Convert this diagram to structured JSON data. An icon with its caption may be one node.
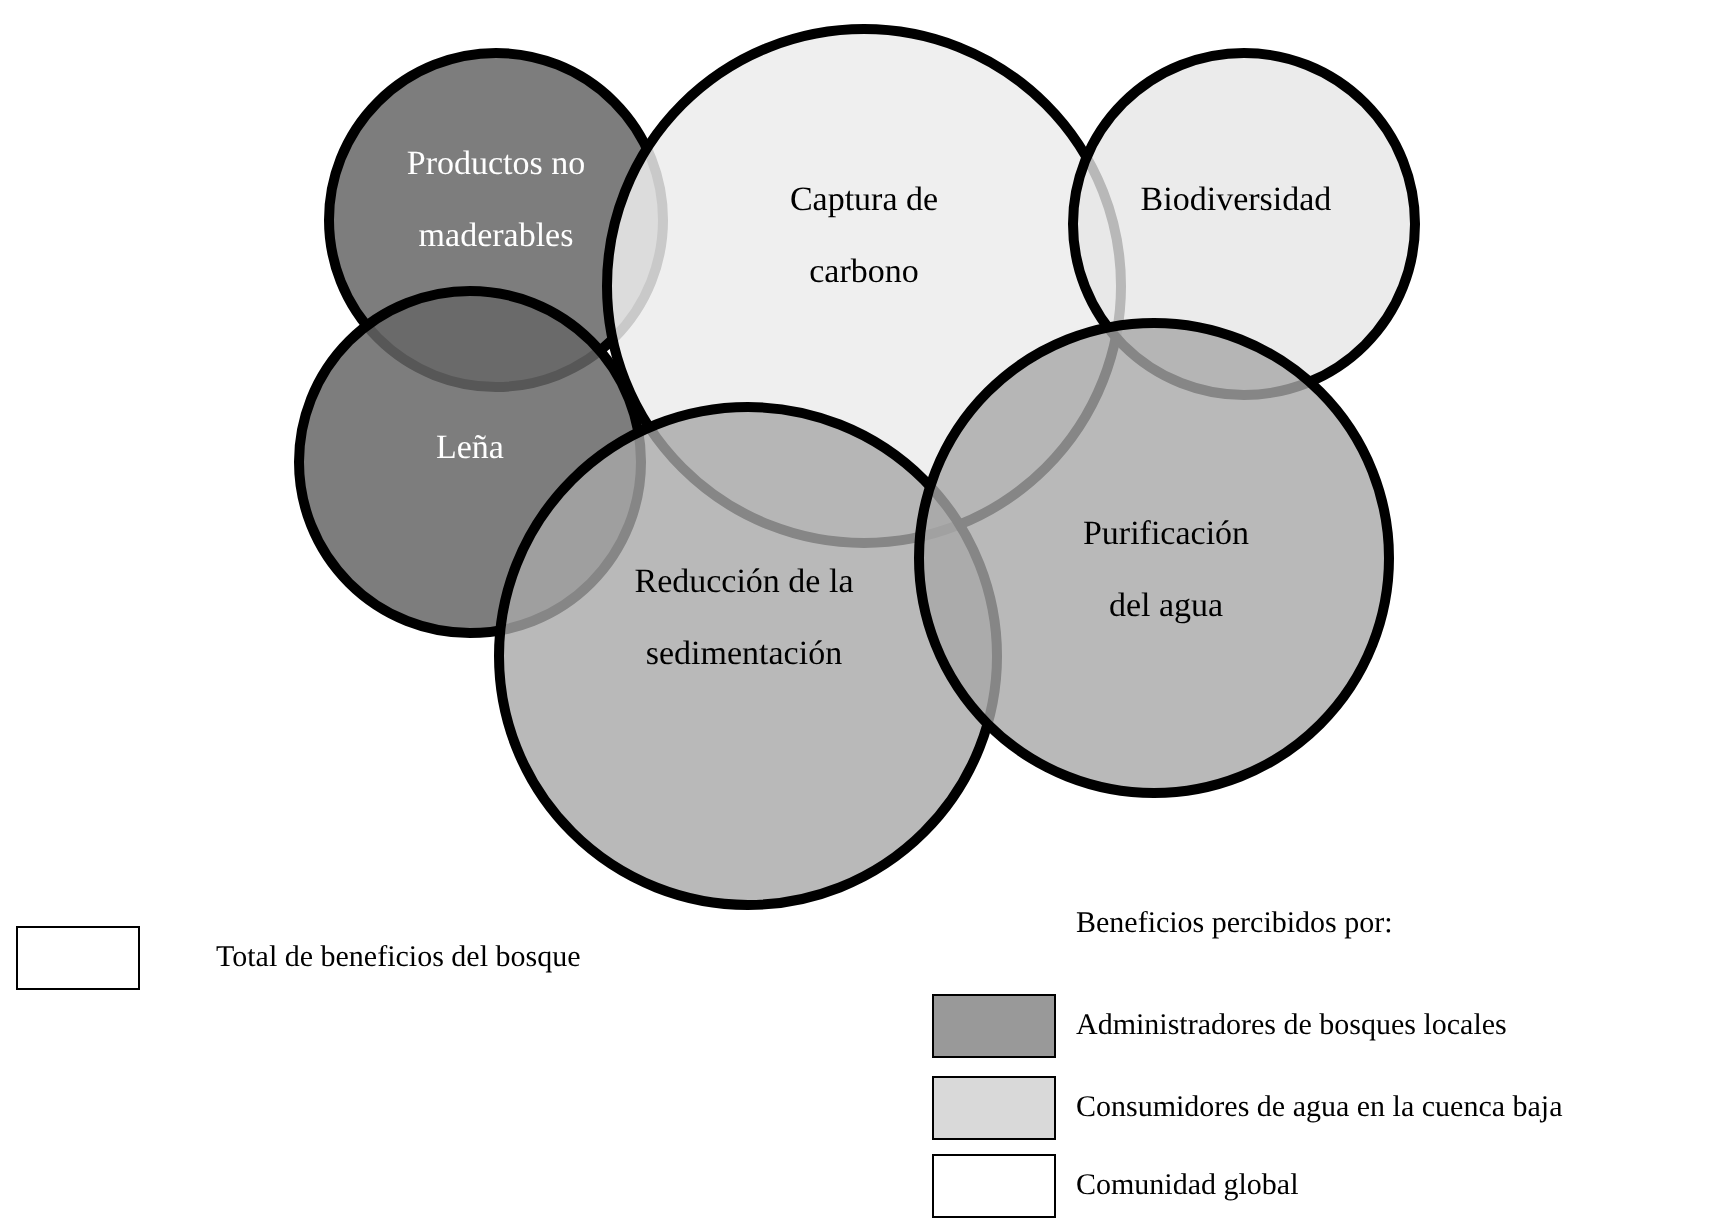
{
  "diagram": {
    "nodes": [
      {
        "text": [
          "Productos no maderables"
        ]
      },
      {
        "text": [
          "Captura de carbono"
        ]
      },
      {
        "text": [
          "Biodiversidad"
        ]
      },
      {
        "text": [
          "Leña"
        ]
      },
      {
        "text": [
          "Reducción de la sedimentación"
        ]
      },
      {
        "text": [
          "Purificación del agua"
        ]
      }
    ],
    "labels": [
      "Beneficios percibidos por:"
    ],
    "legend": [
      {
        "text": "Total de beneficios del bosque",
        "color": "#ffffff"
      },
      {
        "text": "Administradores de bosques locales",
        "color": "#999999"
      },
      {
        "text": "Consumidores de agua en la cuenca baja",
        "color": "#d9d9d9"
      },
      {
        "text": "Comunidad global",
        "color": "#ffffff"
      }
    ]
  }
}
